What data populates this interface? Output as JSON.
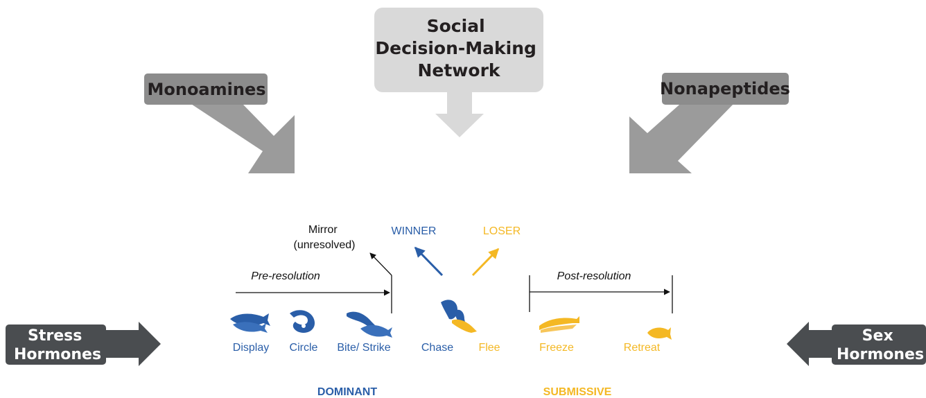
{
  "diagram": {
    "sdmn": {
      "lines": [
        "Social",
        "Decision-Making",
        "Network"
      ]
    },
    "monoamines": "Monoamines",
    "nonapeptides": "Nonapeptides",
    "stress": {
      "lines": [
        "Stress",
        "Hormones"
      ]
    },
    "sex": {
      "lines": [
        "Sex",
        "Hormones"
      ]
    },
    "mirror": {
      "lines": [
        "Mirror",
        "(unresolved)"
      ]
    },
    "winner": "WINNER",
    "loser": "LOSER",
    "pre_resolution": "Pre-resolution",
    "post_resolution": "Post-resolution",
    "behaviors": {
      "display": "Display",
      "circle": "Circle",
      "bite_strike": "Bite/ Strike",
      "chase": "Chase",
      "flee": "Flee",
      "freeze": "Freeze",
      "retreat": "Retreat"
    },
    "dominant": "DOMINANT",
    "submissive": "SUBMISSIVE",
    "colors": {
      "dominant_blue": "#2a5ea8",
      "submissive_yellow": "#f4b824",
      "dark_box": "#4a4d50",
      "mid_box": "#8c8c8c",
      "light_box": "#d9d9d9",
      "arrow_gray": "#9b9b9b"
    }
  }
}
